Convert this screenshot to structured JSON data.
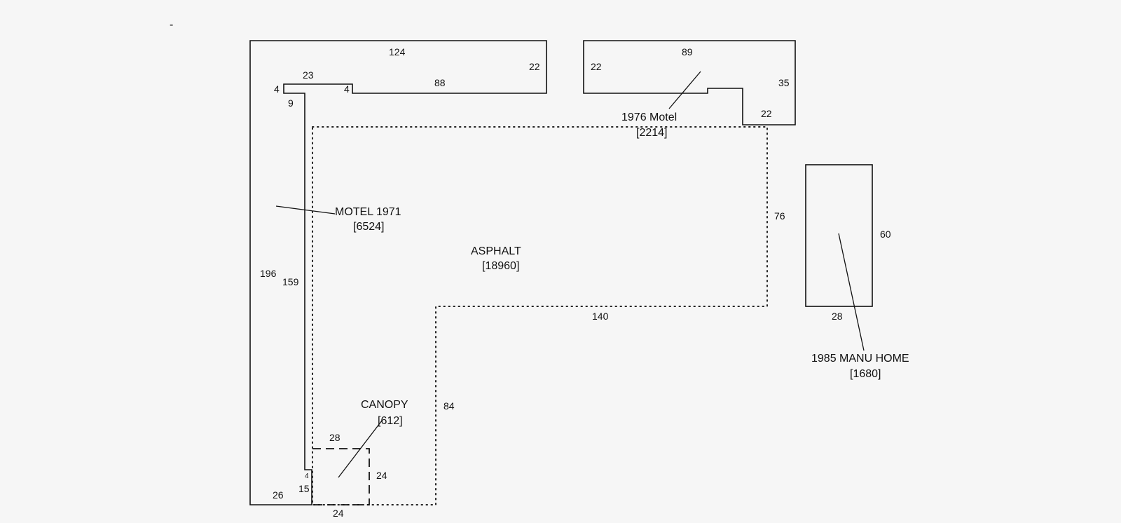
{
  "marks": {
    "corner_mark": "-"
  },
  "motel_1971": {
    "label": "MOTEL 1971",
    "area": "[6524]",
    "dims": {
      "top": "124",
      "right_wing": "22",
      "notch_top": "23",
      "notch_left": "4",
      "notch_right": "4",
      "inner_top": "88",
      "inner_notch": "9",
      "left": "196",
      "inner_left": "159",
      "bottom": "26",
      "bottom_step": "15",
      "bottom_notch": "4"
    }
  },
  "motel_1976": {
    "label": "1976 Motel",
    "area": "[2214]",
    "dims": {
      "top": "89",
      "left": "22",
      "right": "35",
      "bottom": "22"
    }
  },
  "asphalt": {
    "label": "ASPHALT",
    "area": "[18960]",
    "dims": {
      "right": "76",
      "step": "140",
      "left_lower": "84"
    }
  },
  "canopy": {
    "label": "CANOPY",
    "area": "[612]",
    "dims": {
      "top": "28",
      "right": "24",
      "bottom": "24"
    }
  },
  "manu_home": {
    "label": "1985 MANU HOME",
    "area": "[1680]",
    "dims": {
      "right": "60",
      "bottom": "28"
    }
  }
}
